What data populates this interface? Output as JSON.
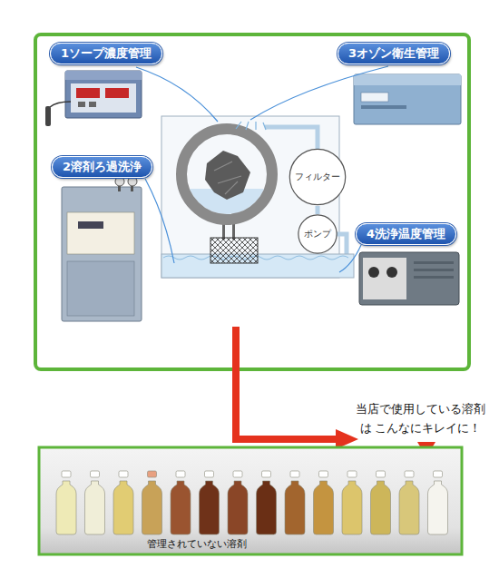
{
  "diagram": {
    "nodes": [
      {
        "text": [
          "1ソープ濃度管理"
        ]
      },
      {
        "text": [
          "3オゾン衛生管理"
        ]
      },
      {
        "text": [
          "2溶剤ろ過洗浄"
        ]
      },
      {
        "text": [
          "フィルター"
        ]
      },
      {
        "text": [
          "ポンプ"
        ]
      },
      {
        "text": [
          "4洗浄温度管理"
        ]
      },
      {
        "text": [
          "管理されていない溶剤"
        ]
      }
    ],
    "edges": [
      {
        "from": 3,
        "to": 4,
        "arrow": "none"
      }
    ],
    "labels": [
      "当店で使用している溶剤は こんなにキレイに！"
    ]
  }
}
